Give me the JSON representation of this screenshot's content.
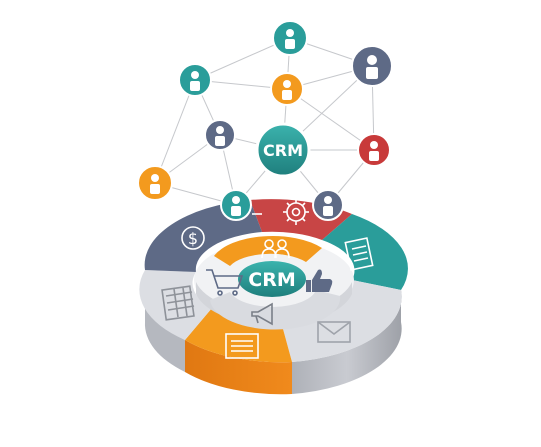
{
  "network": {
    "hub_label": "CRM",
    "nodes": [
      {
        "id": "n1",
        "color": "#2a9d9a",
        "icon": "person-icon"
      },
      {
        "id": "n2",
        "color": "#5e6a86",
        "icon": "person-icon"
      },
      {
        "id": "n3",
        "color": "#2a9d9a",
        "icon": "person-icon"
      },
      {
        "id": "n4",
        "color": "#f39a1e",
        "icon": "person-icon"
      },
      {
        "id": "n5",
        "color": "#5e6a86",
        "icon": "person-icon"
      },
      {
        "id": "n6",
        "color": "#c83a3a",
        "icon": "person-icon"
      },
      {
        "id": "n7",
        "color": "#f39a1e",
        "icon": "person-icon"
      },
      {
        "id": "n8",
        "color": "#2a9d9a",
        "icon": "person-icon"
      },
      {
        "id": "n9",
        "color": "#5e6a86",
        "icon": "person-icon"
      }
    ]
  },
  "wheel": {
    "center_label": "CRM",
    "segments": [
      {
        "name": "settings",
        "color": "#c84545",
        "icon": "gear-icon"
      },
      {
        "name": "documents",
        "color": "#2a9d9a",
        "icon": "document-icon"
      },
      {
        "name": "email",
        "color": "#d9dbe0",
        "icon": "envelope-icon"
      },
      {
        "name": "reports",
        "color": "#f39a1e",
        "icon": "report-icon"
      },
      {
        "name": "tables",
        "color": "#d9dbe0",
        "icon": "spreadsheet-icon"
      },
      {
        "name": "finance",
        "color": "#5e6a86",
        "icon": "dollar-icon"
      }
    ],
    "inner_icons": [
      "people-icon",
      "shopping-cart-icon",
      "thumbs-up-icon",
      "megaphone-icon"
    ]
  }
}
